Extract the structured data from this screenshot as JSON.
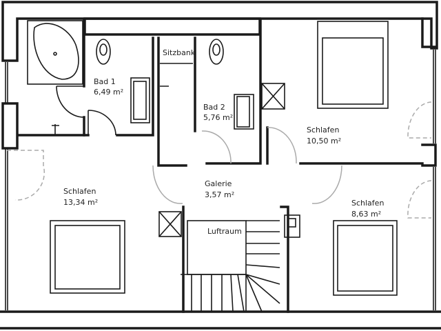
{
  "rooms": [
    {
      "name": "Bad 1",
      "area": "6,49 m²"
    },
    {
      "name": "Bad 2",
      "area": "5,76 m²"
    },
    {
      "name": "Schlafen",
      "area": "10,50 m²"
    },
    {
      "name": "Galerie",
      "area": "3,57 m²"
    },
    {
      "name": "Schlafen",
      "area": "13,34 m²"
    },
    {
      "name": "Schlafen",
      "area": "8,63 m²"
    }
  ],
  "labels": {
    "sitzbank": "Sitzbank",
    "luftraum": "Luftraum"
  }
}
